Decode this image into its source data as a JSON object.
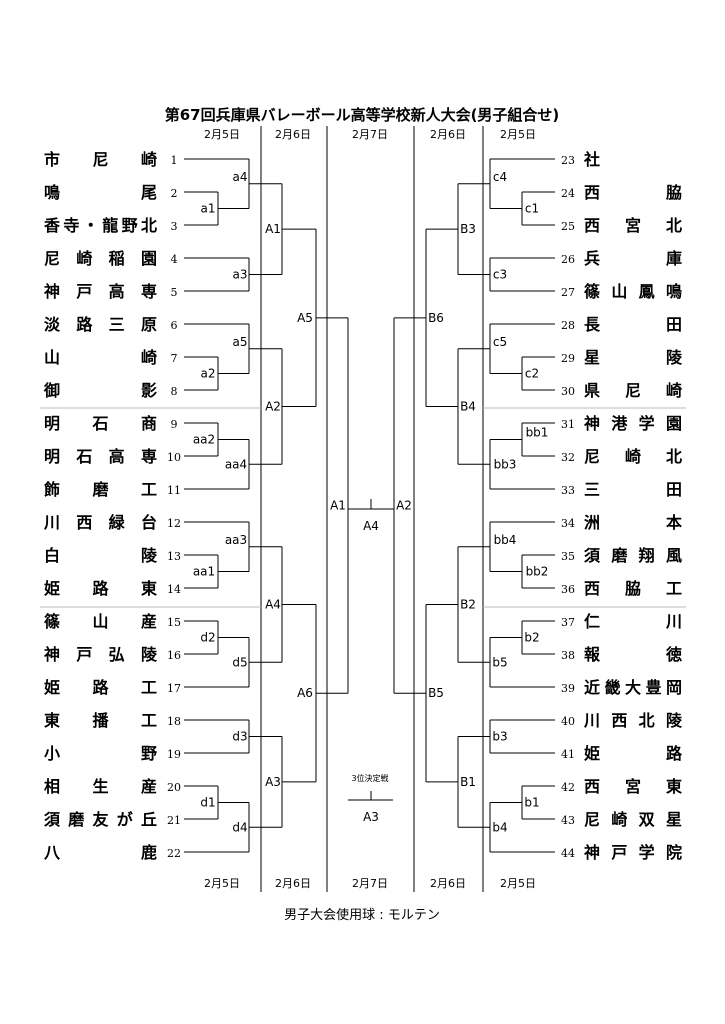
{
  "title": "第67回兵庫県バレーボール高等学校新人大会(男子組合せ)",
  "dates": {
    "top": [
      "2月5日",
      "2月6日",
      "2月7日",
      "2月6日",
      "2月5日"
    ],
    "bottom": [
      "2月5日",
      "2月6日",
      "2月7日",
      "2月6日",
      "2月5日"
    ]
  },
  "left_teams": [
    {
      "no": "1",
      "name": "市尼崎"
    },
    {
      "no": "2",
      "name": "鳴尾"
    },
    {
      "no": "3",
      "name": "香寺・龍野北"
    },
    {
      "no": "4",
      "name": "尼崎稲園"
    },
    {
      "no": "5",
      "name": "神戸高専"
    },
    {
      "no": "6",
      "name": "淡路三原"
    },
    {
      "no": "7",
      "name": "山崎"
    },
    {
      "no": "8",
      "name": "御影"
    },
    {
      "no": "9",
      "name": "明石商"
    },
    {
      "no": "10",
      "name": "明石高専"
    },
    {
      "no": "11",
      "name": "飾磨工"
    },
    {
      "no": "12",
      "name": "川西緑台"
    },
    {
      "no": "13",
      "name": "白陵"
    },
    {
      "no": "14",
      "name": "姫路東"
    },
    {
      "no": "15",
      "name": "篠山産"
    },
    {
      "no": "16",
      "name": "神戸弘陵"
    },
    {
      "no": "17",
      "name": "姫路工"
    },
    {
      "no": "18",
      "name": "東播工"
    },
    {
      "no": "19",
      "name": "小野"
    },
    {
      "no": "20",
      "name": "相生産"
    },
    {
      "no": "21",
      "name": "須磨友が丘"
    },
    {
      "no": "22",
      "name": "八鹿"
    }
  ],
  "right_teams": [
    {
      "no": "23",
      "name": "社"
    },
    {
      "no": "24",
      "name": "西脇"
    },
    {
      "no": "25",
      "name": "西宮北"
    },
    {
      "no": "26",
      "name": "兵庫"
    },
    {
      "no": "27",
      "name": "篠山鳳鳴"
    },
    {
      "no": "28",
      "name": "長田"
    },
    {
      "no": "29",
      "name": "星陵"
    },
    {
      "no": "30",
      "name": "県尼崎"
    },
    {
      "no": "31",
      "name": "神港学園"
    },
    {
      "no": "32",
      "name": "尼崎北"
    },
    {
      "no": "33",
      "name": "三田"
    },
    {
      "no": "34",
      "name": "洲本"
    },
    {
      "no": "35",
      "name": "須磨翔風"
    },
    {
      "no": "36",
      "name": "西脇工"
    },
    {
      "no": "37",
      "name": "仁川"
    },
    {
      "no": "38",
      "name": "報徳"
    },
    {
      "no": "39",
      "name": "近畿大豊岡"
    },
    {
      "no": "40",
      "name": "川西北陵"
    },
    {
      "no": "41",
      "name": "姫路"
    },
    {
      "no": "42",
      "name": "西宮東"
    },
    {
      "no": "43",
      "name": "尼崎双星"
    },
    {
      "no": "44",
      "name": "神戸学院"
    }
  ],
  "matches": {
    "a1": "a1",
    "a2": "a2",
    "a3": "a3",
    "a4": "a4",
    "a5": "a5",
    "aa1": "aa1",
    "aa2": "aa2",
    "aa3": "aa3",
    "aa4": "aa4",
    "d1": "d1",
    "d2": "d2",
    "d3": "d3",
    "d4": "d4",
    "d5": "d5",
    "A1": "A1",
    "A2": "A2",
    "A3": "A3",
    "A4": "A4",
    "A5": "A5",
    "A6": "A6",
    "c1": "c1",
    "c2": "c2",
    "c3": "c3",
    "c4": "c4",
    "c5": "c5",
    "bb1": "bb1",
    "bb2": "bb2",
    "bb3": "bb3",
    "bb4": "bb4",
    "b1": "b1",
    "b2": "b2",
    "b3": "b3",
    "b4": "b4",
    "b5": "b5",
    "B1": "B1",
    "B2": "B2",
    "B3": "B3",
    "B4": "B4",
    "B5": "B5",
    "B6": "B6",
    "semi_left": "A1",
    "semi_right": "A2",
    "final": "A4",
    "third_place": "A3"
  },
  "third_place_label": "3位決定戦",
  "footer": "男子大会使用球 : モルテン"
}
